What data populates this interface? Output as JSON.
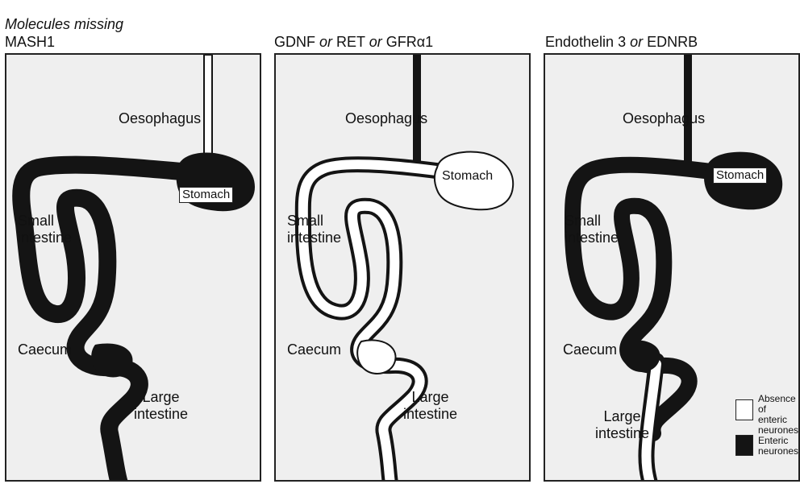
{
  "heading": "Molecules missing",
  "panels": [
    {
      "title": "MASH1",
      "oesophagus": "Oesophagus",
      "stomach": "Stomach",
      "small_intestine": [
        "Small",
        "intestine"
      ],
      "caecum": "Caecum",
      "large_intestine": [
        "Large",
        "intestine"
      ]
    },
    {
      "title_parts": [
        "GDNF ",
        "or",
        " RET ",
        "or",
        " GFRα1"
      ],
      "oesophagus": "Oesophagus",
      "stomach": "Stomach",
      "small_intestine": [
        "Small",
        "intestine"
      ],
      "caecum": "Caecum",
      "large_intestine": [
        "Large",
        "intestine"
      ]
    },
    {
      "title_parts": [
        "Endothelin 3 ",
        "or",
        " EDNRB"
      ],
      "oesophagus": "Oesophagus",
      "stomach": "Stomach",
      "small_intestine": [
        "Small",
        "intestine"
      ],
      "caecum": "Caecum",
      "large_intestine": [
        "Large",
        "intestine"
      ]
    }
  ],
  "legend": {
    "absence": [
      "Absence of",
      "enteric",
      "neurones"
    ],
    "present": [
      "Enteric",
      "neurones"
    ]
  },
  "colors": {
    "neurones": "#141414",
    "absence": "#ffffff",
    "panel_bg": "#efefef"
  }
}
